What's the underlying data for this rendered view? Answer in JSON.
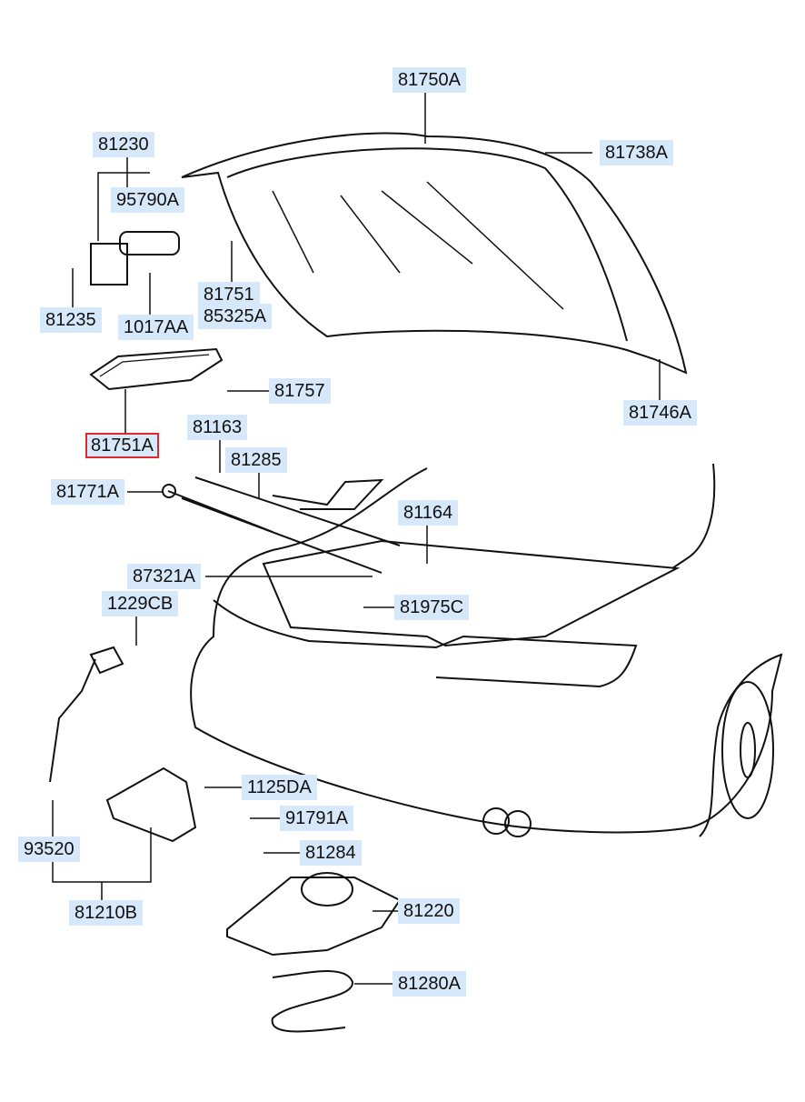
{
  "highlight_color": "#e0282c",
  "label_bg": "#d6e8fa",
  "parts": [
    {
      "id": "81750A"
    },
    {
      "id": "81738A"
    },
    {
      "id": "81230"
    },
    {
      "id": "95790A"
    },
    {
      "id": "81235"
    },
    {
      "id": "1017AA"
    },
    {
      "id": "81751"
    },
    {
      "id": "85325A"
    },
    {
      "id": "81757"
    },
    {
      "id": "81746A"
    },
    {
      "id": "81751A",
      "selected": true
    },
    {
      "id": "81163"
    },
    {
      "id": "81285"
    },
    {
      "id": "81771A"
    },
    {
      "id": "81164"
    },
    {
      "id": "87321A"
    },
    {
      "id": "81975C"
    },
    {
      "id": "1229CB"
    },
    {
      "id": "1125DA"
    },
    {
      "id": "91791A"
    },
    {
      "id": "81284"
    },
    {
      "id": "93520"
    },
    {
      "id": "81220"
    },
    {
      "id": "81210B"
    },
    {
      "id": "81280A"
    }
  ]
}
